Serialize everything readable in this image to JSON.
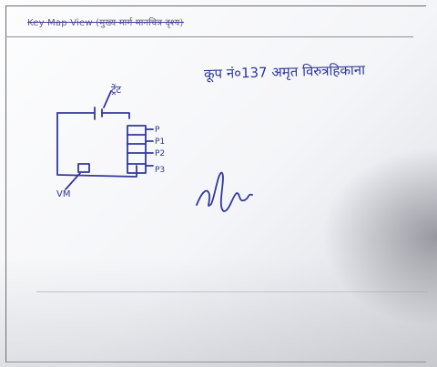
{
  "document": {
    "header_title": "Key Map View (मुख्य मार्ग मानचित्र दृश्य)",
    "note_text": "कूप नं०137 अमृत विरुत्रहिकाना",
    "diagram": {
      "top_label": "ट्रेंट",
      "point_labels": [
        "P",
        "P1",
        "P2",
        "P3"
      ],
      "bottom_label": "VM"
    },
    "signature_text": "signature"
  }
}
